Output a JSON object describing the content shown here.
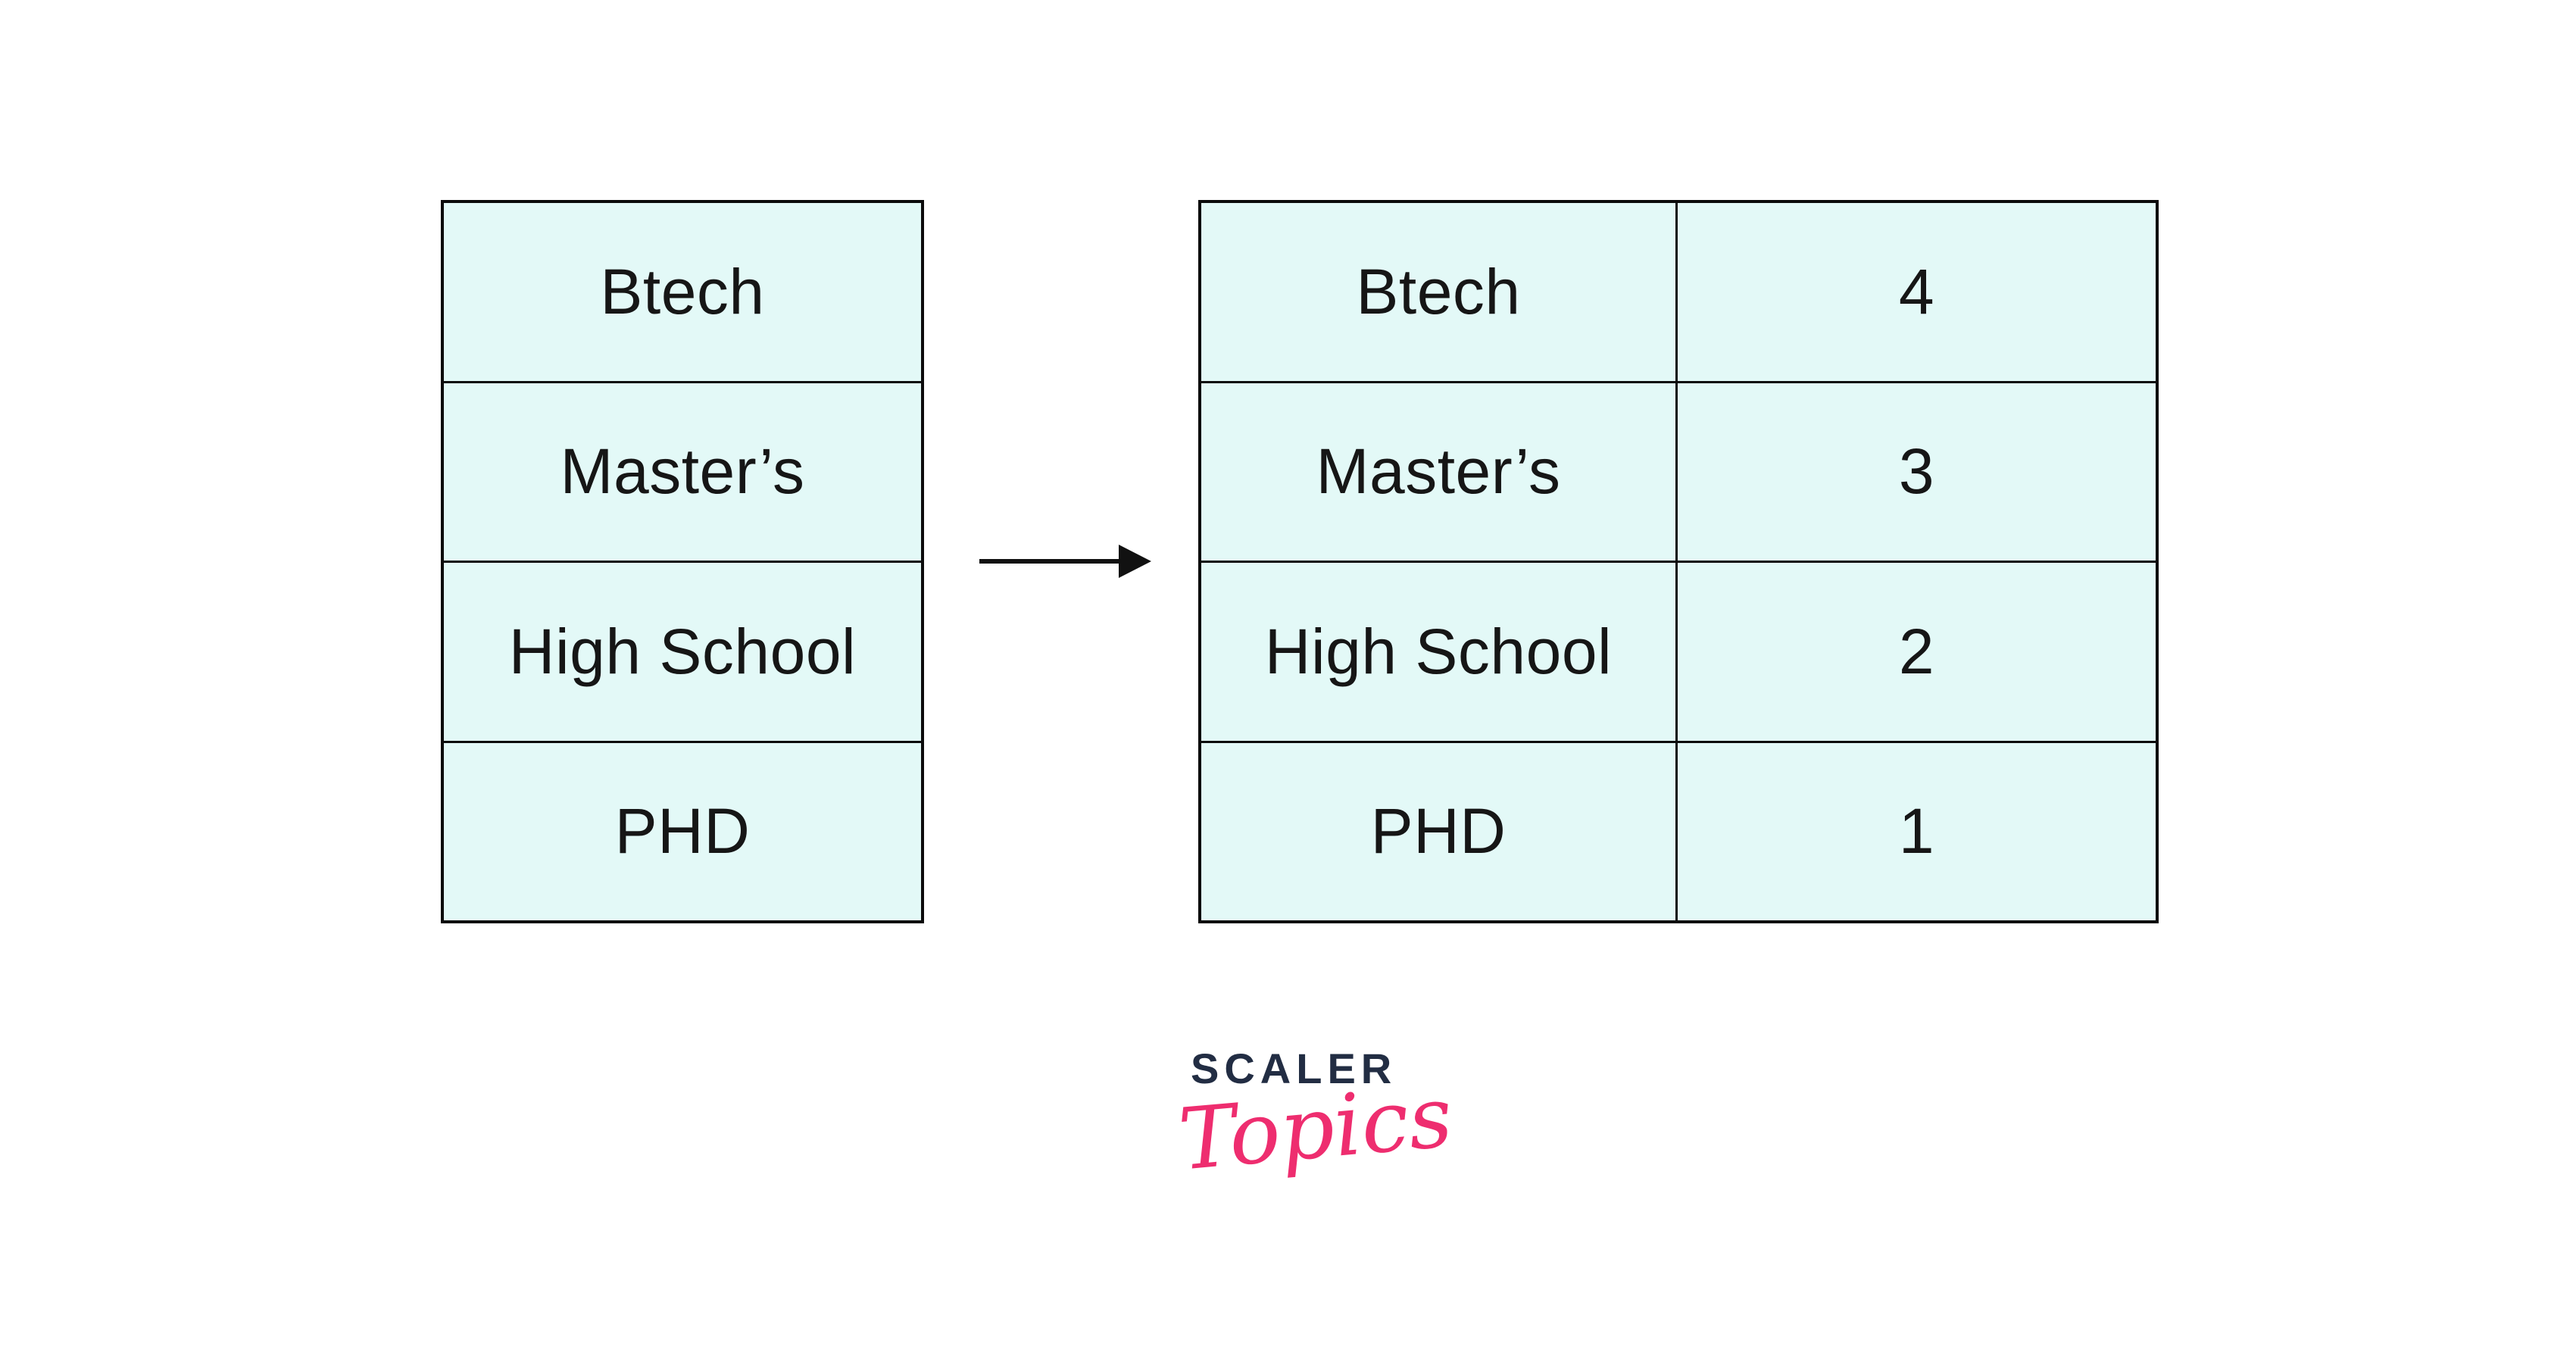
{
  "left_table": {
    "rows": [
      "Btech",
      "Master’s",
      "High School",
      "PHD"
    ]
  },
  "right_table": {
    "rows": [
      {
        "label": "Btech",
        "value": "4"
      },
      {
        "label": "Master’s",
        "value": "3"
      },
      {
        "label": "High School",
        "value": "2"
      },
      {
        "label": "PHD",
        "value": "1"
      }
    ]
  },
  "icons": {
    "arrow": "→"
  },
  "logo": {
    "brand": "SCALER",
    "sub": "Topics"
  },
  "colors": {
    "background": "#FFFFFF",
    "cell_fill": "#E3F9F7",
    "table_border": "#0B0B0B",
    "cell_text": "#161616",
    "logo_navy": "#222D43",
    "logo_pink": "#EE2D6F"
  }
}
